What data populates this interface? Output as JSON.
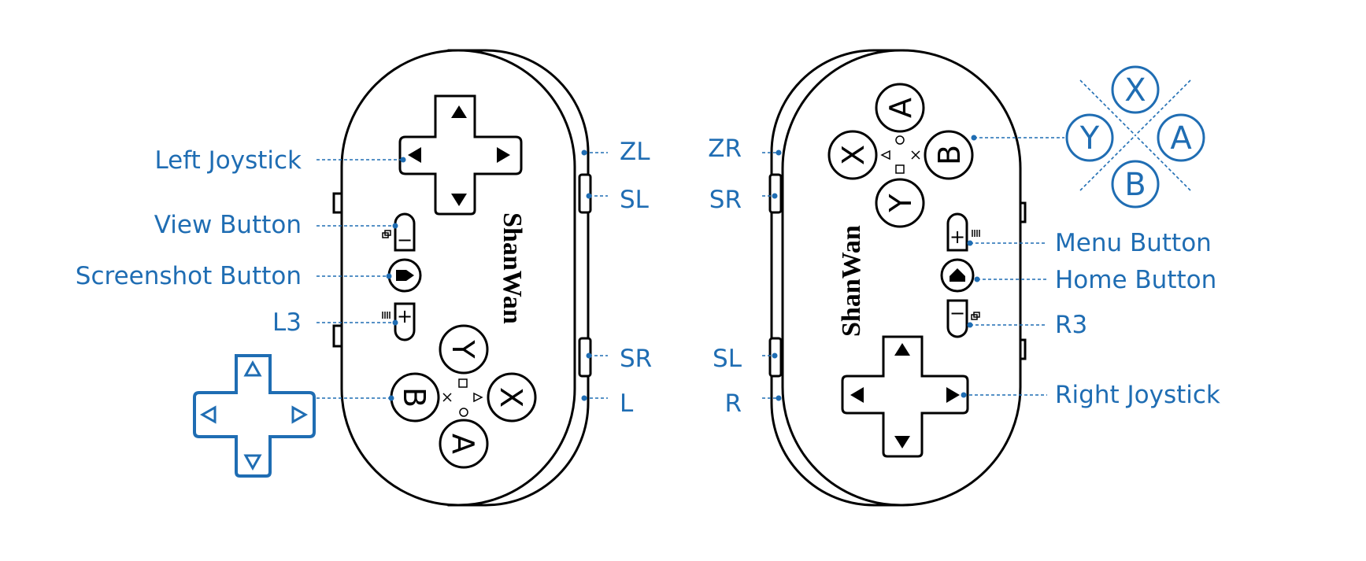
{
  "brand": "ShanWan",
  "left_controller": {
    "labels_left": {
      "left_joystick": "Left Joystick",
      "view_button": "View Button",
      "screenshot_button": "Screenshot Button",
      "l3": "L3"
    },
    "labels_right": {
      "zl": "ZL",
      "sl": "SL",
      "sr": "SR",
      "l": "L"
    },
    "face_buttons": {
      "top": "Y",
      "left": "B",
      "right": "X",
      "bottom": "A"
    },
    "minus_symbol": "−",
    "plus_symbol": "+"
  },
  "right_controller": {
    "labels_left": {
      "zr": "ZR",
      "sr": "SR",
      "sl": "SL",
      "r": "R"
    },
    "labels_right": {
      "menu_button": "Menu Button",
      "home_button": "Home Button",
      "r3": "R3",
      "right_joystick": "Right Joystick"
    },
    "face_buttons": {
      "top": "A",
      "left": "X",
      "right": "B",
      "bottom": "Y"
    },
    "plus_symbol": "+",
    "minus_symbol": "−"
  },
  "reference_buttons": {
    "top": "X",
    "left": "Y",
    "right": "A",
    "bottom": "B"
  },
  "colors": {
    "label_blue": "#1f6db3",
    "outline": "#000000"
  },
  "icons": [
    "dpad-icon",
    "house-icon",
    "screenshot-icon"
  ]
}
